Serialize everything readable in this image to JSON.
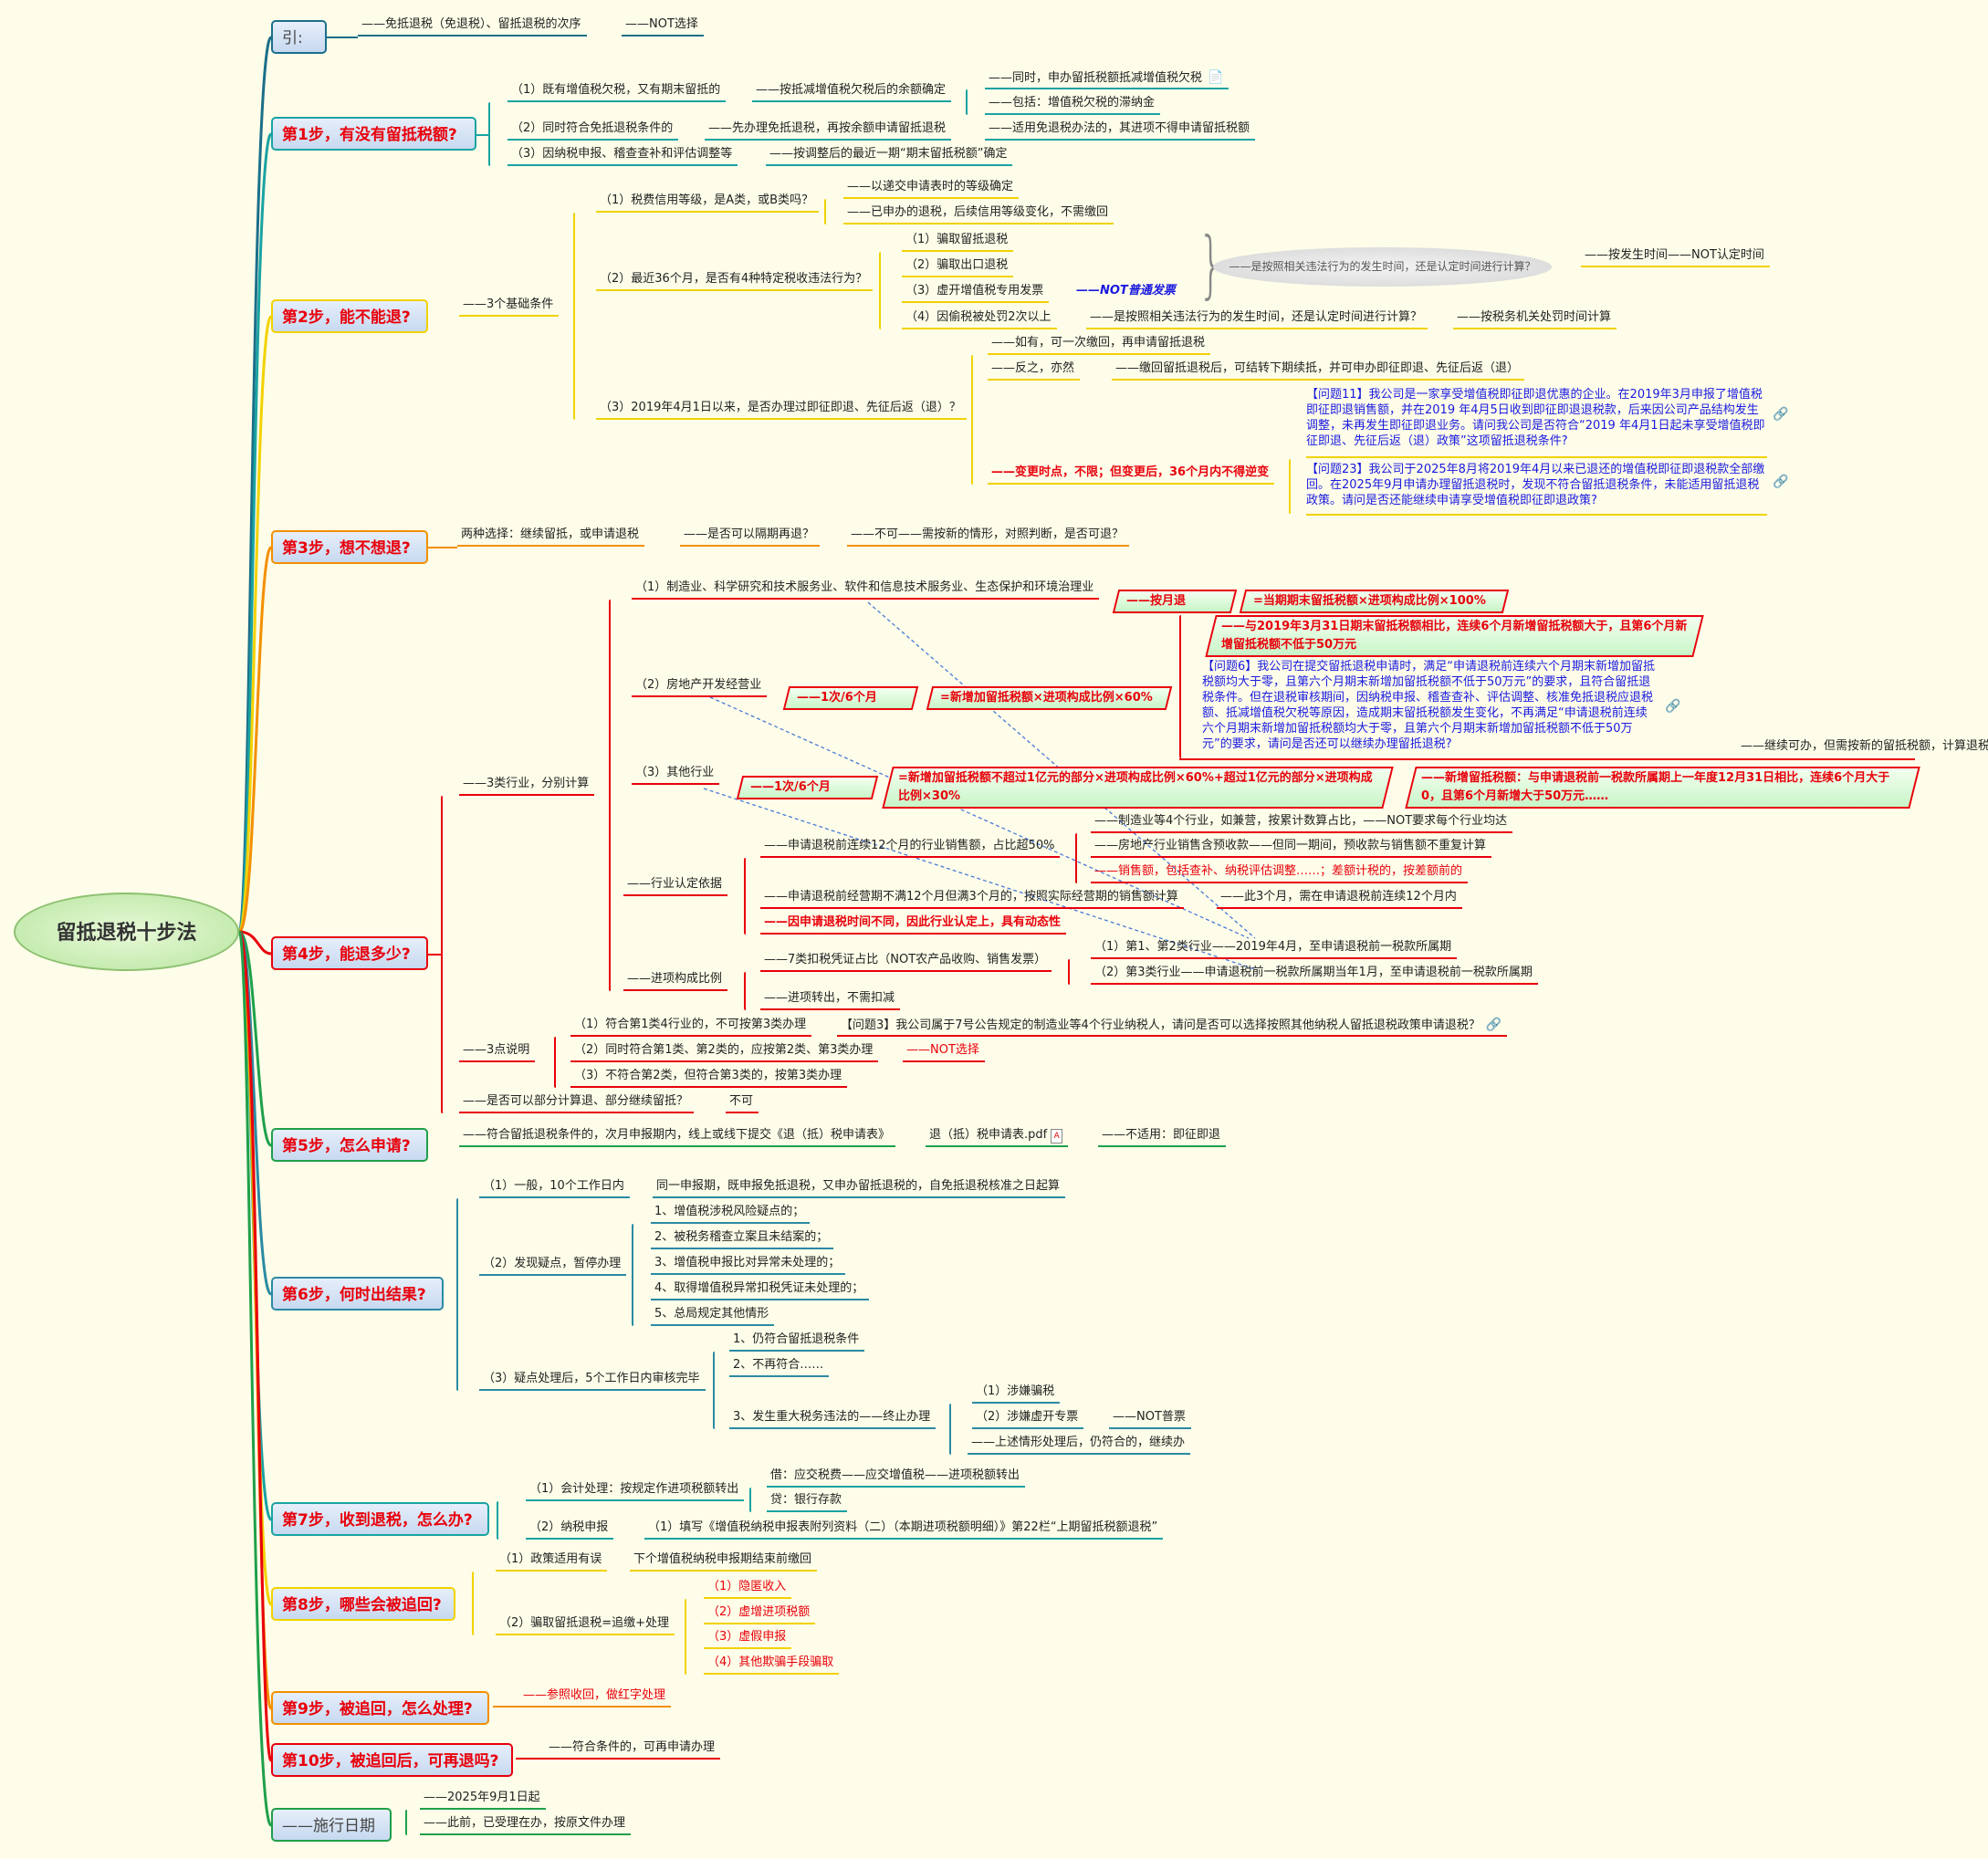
{
  "root": "留抵退税十步法",
  "intro": {
    "label": "引:",
    "n1": "——免抵退税（免退税）、留抵退税的次序",
    "n2": "——NOT选择"
  },
  "step1": {
    "label": "第1步，有没有留抵税额?",
    "a": "（1）既有增值税欠税，又有期末留抵的",
    "a1": "——按抵减增值税欠税后的余额确定",
    "a1a": "——同时，申办留抵税额抵减增值税欠税",
    "a1b": "——包括：增值税欠税的滞纳金",
    "b": "（2）同时符合免抵退税条件的",
    "b1": "——先办理免抵退税，再按余额申请留抵退税",
    "b2": "——适用免退税办法的，其进项不得申请留抵税额",
    "c": "（3）因纳税申报、稽查查补和评估调整等",
    "c1": "——按调整后的最近一期“期末留抵税额”确定"
  },
  "step2": {
    "label": "第2步，能不能退?",
    "cond": "——3个基础条件",
    "a": "（1）税费信用等级，是A类，或B类吗？",
    "a1": "——以递交申请表时的等级确定",
    "a2": "——已申办的退税，后续信用等级变化，不需缴回",
    "b": "（2）最近36个月，是否有4种特定税收违法行为？",
    "b1": "（1）骗取留抵退税",
    "b2": "（2）骗取出口退税",
    "b3": "（3）虚开增值税专用发票",
    "b3n": "——NOT普通发票",
    "b4": "（4）因偷税被处罚2次以上",
    "b4q": "——是按照相关违法行为的发生时间，还是认定时间进行计算？",
    "b4a": "——按税务机关处罚时间计算",
    "ellipse": "——是按照相关违法行为的发生时间，还是认定时间进行计算？",
    "ellipse_ans": "——按发生时间——NOT认定时间",
    "c": "（3）2019年4月1日以来，是否办理过即征即退、先征后返（退）？",
    "c1": "——如有，可一次缴回，再申请留抵退税",
    "c2": "——反之，亦然",
    "c2a": "——缴回留抵退税后，可结转下期续抵，并可申办即征即退、先征后返（退）",
    "c3": "——变更时点，不限；但变更后，36个月内不得逆变",
    "q11": "【问题11】我公司是一家享受增值税即征即退优惠的企业。在2019年3月申报了增值税即征即退销售额，并在2019 年4月5日收到即征即退退税款，后来因公司产品结构发生调整，未再发生即征即退业务。请问我公司是否符合“2019 年4月1日起未享受增值税即征即退、先征后返（退）政策”这项留抵退税条件?",
    "q23": "【问题23】我公司于2025年8月将2019年4月以来已退还的增值税即征即退税款全部缴回。在2025年9月申请办理留抵退税时，发现不符合留抵退税条件，未能适用留抵退税政策。请问是否还能继续申请享受增值税即征即退政策?"
  },
  "step3": {
    "label": "第3步，想不想退?",
    "a": "两种选择：继续留抵，或申请退税",
    "b": "——是否可以隔期再退？",
    "c": "——不可——需按新的情形，对照判断，是否可退？"
  },
  "step4": {
    "label": "第4步，能退多少?",
    "three": "——3类行业，分别计算",
    "i1": "（1）制造业、科学研究和技术服务业、软件和信息技术服务业、生态保护和环境治理业",
    "i1a": "——按月退",
    "i1b": "=当期期末留抵税额×进项构成比例×100%",
    "i1c": "——与2019年3月31日期末留抵税额相比，连续6个月新增留抵税额大于，且第6个月新增留抵税额不低于50万元",
    "q6": "【问题6】我公司在提交留抵退税申请时，满足“申请退税前连续六个月期末新增加留抵税额均大于零，且第六个月期末新增加留抵税额不低于50万元”的要求，且符合留抵退税条件。但在退税审核期间，因纳税申报、稽查查补、评估调整、核准免抵退税应退税额、抵减增值税欠税等原因，造成期末留抵税额发生变化，不再满足“申请退税前连续六个月期末新增加留抵税额均大于零，且第六个月期末新增加留抵税额不低于50万元”的要求，请问是否还可以继续办理留抵退税?",
    "q6a": "——继续可办，但需按新的留抵税额，计算退税",
    "i2": "（2）房地产开发经营业",
    "i2a": "——1次/6个月",
    "i2b": "=新增加留抵税额×进项构成比例×60%",
    "i3": "（3）其他行业",
    "i3a": "——1次/6个月",
    "i3b": "=新增加留抵税额不超过1亿元的部分×进项构成比例×60%+超过1亿元的部分×进项构成比例×30%",
    "i3c": "——新增留抵税额：与申请退税前一税款所属期上一年度12月31日相比，连续6个月大于0，且第6个月新增大于50万元……",
    "basis": "——行业认定依据",
    "b1": "——申请退税前连续12个月的行业销售额，占比超50%",
    "b1a": "——制造业等4个行业，如兼营，按累计数算占比，——NOT要求每个行业均达",
    "b1b": "——房地产行业销售含预收款——但同一期间，预收款与销售额不重复计算",
    "b1c": "——销售额，包括查补、纳税评估调整……；差额计税的，按差额前的",
    "b2": "——申请退税前经营期不满12个月但满3个月的，按照实际经营期的销售额计算",
    "b2a": "——此3个月，需在申请退税前连续12个月内",
    "b3": "——因申请退税时间不同，因此行业认定上，具有动态性",
    "ratio": "——进项构成比例",
    "r1": "——7类扣税凭证占比（NOT农产品收购、销售发票）",
    "r1a": "（1）第1、第2类行业——2019年4月，至申请退税前一税款所属期",
    "r1b": "（2）第3类行业——申请退税前一税款所属期当年1月，至申请退税前一税款所属期",
    "r2": "——进项转出，不需扣减",
    "notes": "——3点说明",
    "n1": "（1）符合第1类4行业的，不可按第3类办理",
    "n1q": "【问题3】我公司属于7号公告规定的制造业等4个行业纳税人，请问是否可以选择按照其他纳税人留抵退税政策申请退税？",
    "n2": "（2）同时符合第1类、第2类的，应按第2类、第3类办理",
    "n2a": "——NOT选择",
    "n3": "（3）不符合第2类，但符合第3类的，按第3类办理",
    "part": "——是否可以部分计算退、部分继续留抵？",
    "part_a": "不可"
  },
  "step5": {
    "label": "第5步，怎么申请?",
    "a": "——符合留抵退税条件的，次月申报期内，线上或线下提交《退（抵）税申请表》",
    "file": "退（抵）税申请表.pdf",
    "b": "——不适用：即征即退"
  },
  "step6": {
    "label": "第6步，何时出结果?",
    "a": "（1）一般，10个工作日内",
    "a1": "同一申报期，既申报免抵退税，又申办留抵退税的，自免抵退税核准之日起算",
    "b": "（2）发现疑点，暂停办理",
    "b_items": [
      "1、增值税涉税风险疑点的；",
      "2、被税务稽查立案且未结案的；",
      "3、增值税申报比对异常未处理的；",
      "4、取得增值税异常扣税凭证未处理的；",
      "5、总局规定其他情形"
    ],
    "c": "（3）疑点处理后，5个工作日内审核完毕",
    "c1": "1、仍符合留抵退税条件",
    "c2": "2、不再符合……",
    "c3": "3、发生重大税务违法的——终止办理",
    "c3a": "（1）涉嫌骗税",
    "c3b": "（2）涉嫌虚开专票",
    "c3bn": "——NOT普票",
    "c3c": "——上述情形处理后，仍符合的，继续办"
  },
  "step7": {
    "label": "第7步，收到退税，怎么办?",
    "a": "（1）会计处理：按规定作进项税额转出",
    "a1": "借：应交税费——应交增值税——进项税额转出",
    "a2": "贷：银行存款",
    "b": "（2）纳税申报",
    "b1": "（1）填写《增值税纳税申报表附列资料（二）（本期进项税额明细）》第22栏“上期留抵税额退税”"
  },
  "step8": {
    "label": "第8步，哪些会被追回?",
    "a": "（1）政策适用有误",
    "a1": "下个增值税纳税申报期结束前缴回",
    "b": "（2）骗取留抵退税=追缴+处理",
    "b_items": [
      "（1）隐匿收入",
      "（2）虚增进项税额",
      "（3）虚假申报",
      "（4）其他欺骗手段骗取"
    ]
  },
  "step9": {
    "label": "第9步，被追回，怎么处理?",
    "a": "——参照收回，做红字处理"
  },
  "step10": {
    "label": "第10步，被追回后，可再退吗?",
    "a": "——符合条件的，可再申请办理"
  },
  "effective": {
    "label": "——施行日期",
    "a": "——2025年9月1日起",
    "b": "——此前，已受理在办，按原文件办理"
  },
  "colors": {
    "teal": "#1aa3a3",
    "yellow": "#f2d200",
    "orange": "#f39000",
    "red": "#e8000b",
    "green": "#1fa04a",
    "blue_text": "#1a1ae0"
  }
}
